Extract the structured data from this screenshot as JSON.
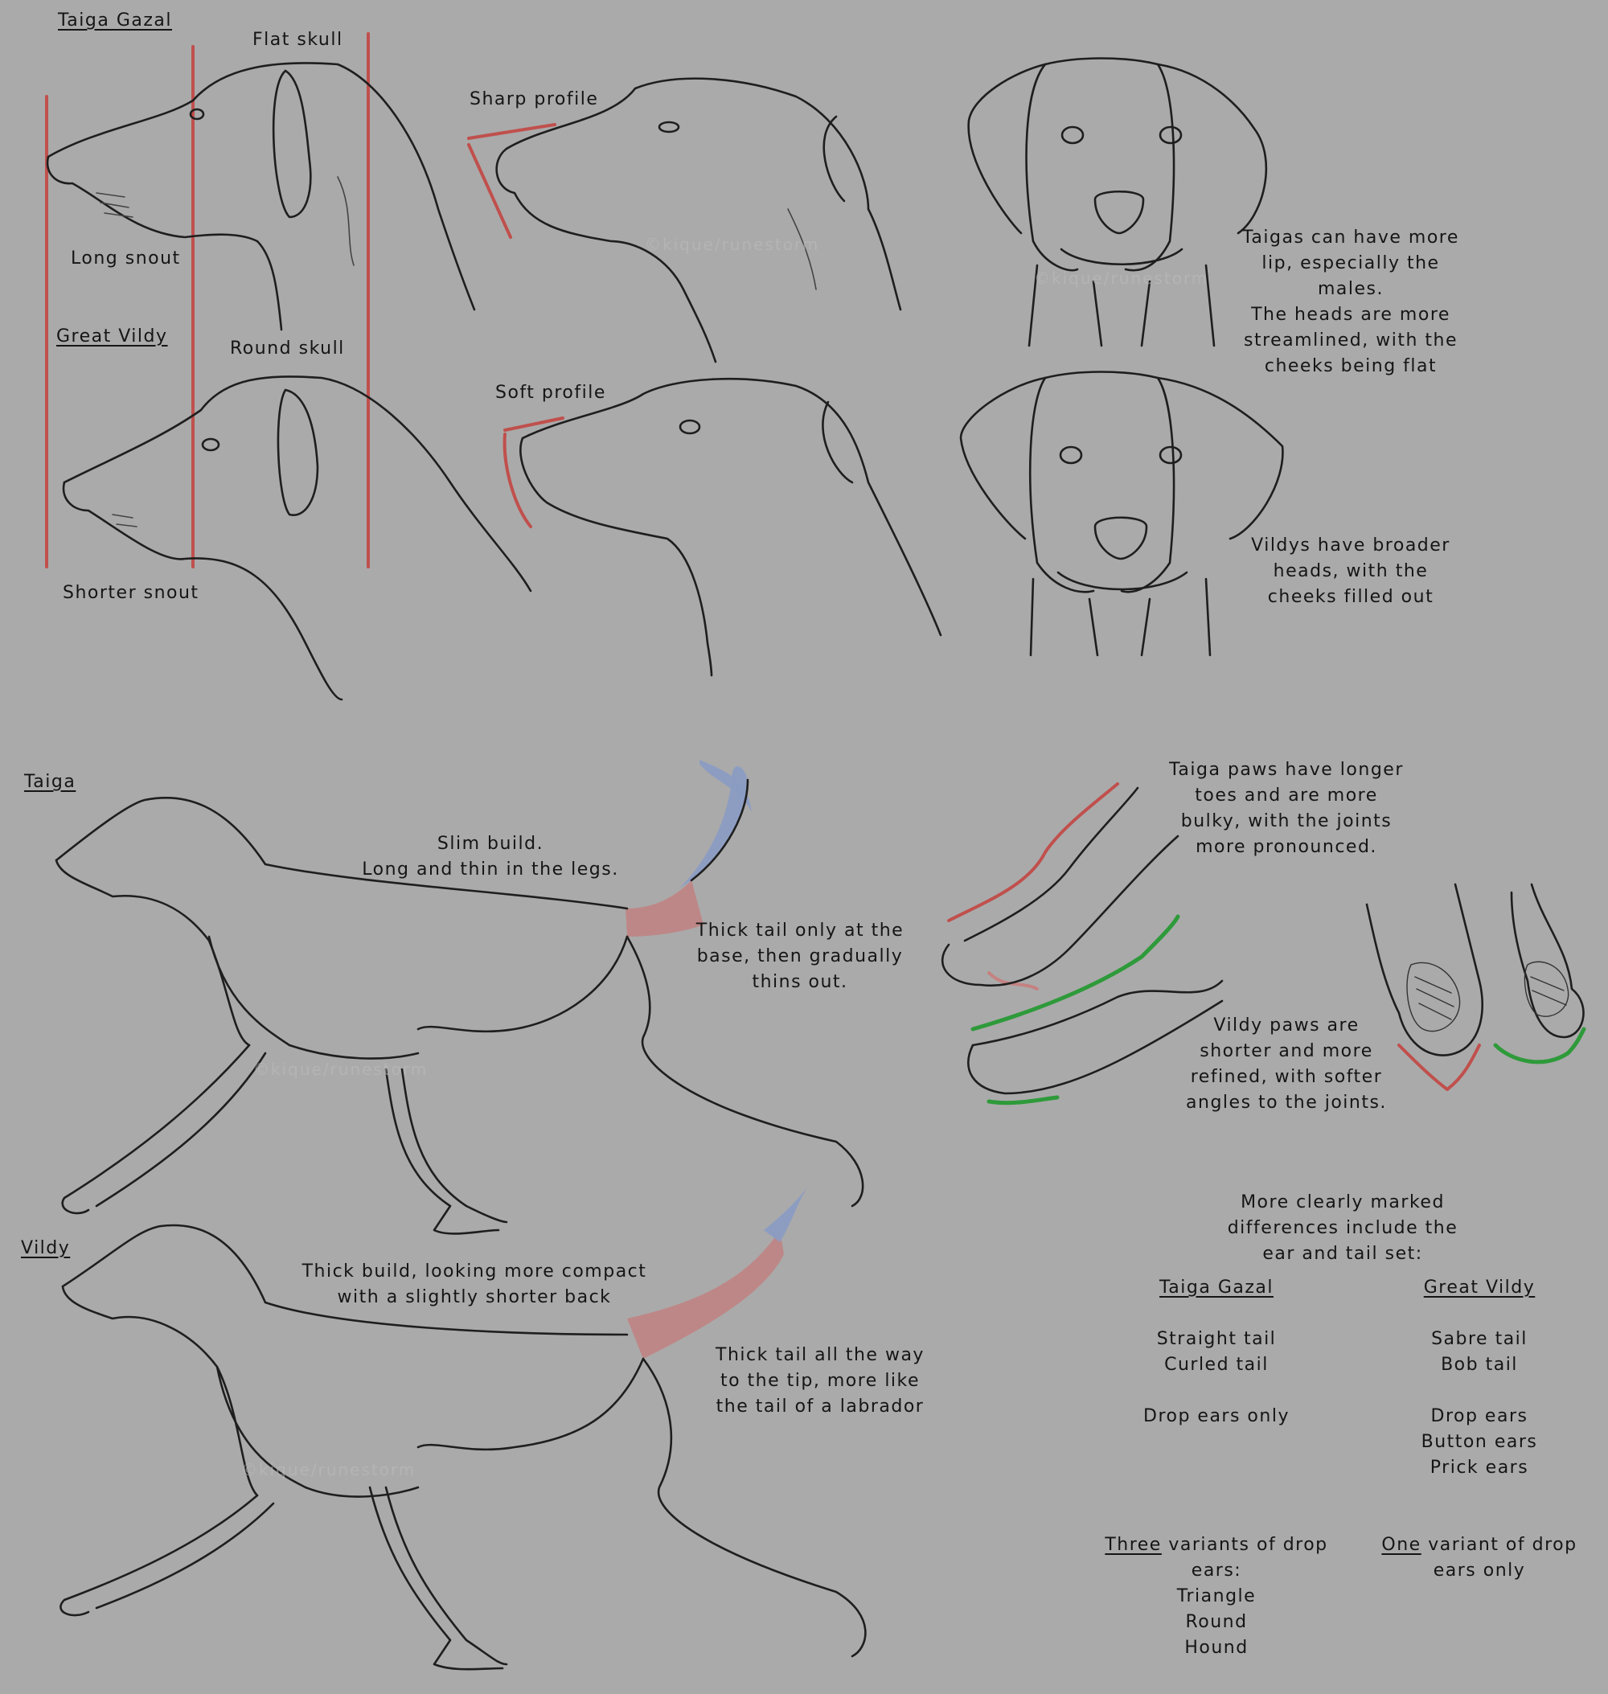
{
  "heads_section": {
    "taiga_title": "Taiga Gazal",
    "flat_skull": "Flat skull",
    "long_snout": "Long snout",
    "vildy_title": "Great Vildy",
    "round_skull": "Round skull",
    "shorter_snout": "Shorter snout",
    "sharp_profile": "Sharp profile",
    "soft_profile": "Soft profile",
    "taiga_front_note": [
      "Taigas can have more",
      "lip, especially the",
      "males.",
      "The heads are more",
      "streamlined, with the",
      "cheeks being flat"
    ],
    "vildy_front_note": [
      "Vildys have broader",
      "heads, with the",
      "cheeks filled out"
    ]
  },
  "body_section": {
    "taiga_title": "Taiga",
    "taiga_build": [
      "Slim build.",
      "Long and thin in the legs."
    ],
    "taiga_tail": [
      "Thick tail only at the",
      "base, then gradually",
      "thins out."
    ],
    "vildy_title": "Vildy",
    "vildy_build": [
      "Thick build, looking more compact",
      "with a slightly shorter back"
    ],
    "vildy_tail": [
      "Thick tail all the way",
      "to the tip, more like",
      "the tail of a labrador"
    ]
  },
  "paws_section": {
    "taiga_paws": [
      "Taiga paws have longer",
      "toes and are more",
      "bulky, with the joints",
      "more pronounced."
    ],
    "vildy_paws": [
      "Vildy paws are",
      "shorter and more",
      "refined, with softer",
      "angles to the joints."
    ]
  },
  "differences": {
    "intro": [
      "More clearly marked",
      "differences include the",
      "ear and tail set:"
    ],
    "col1_title": "Taiga Gazal",
    "col2_title": "Great Vildy",
    "col1_tails": [
      "Straight tail",
      "Curled tail"
    ],
    "col2_tails": [
      "Sabre tail",
      "Bob tail"
    ],
    "col1_ears": [
      "Drop ears only"
    ],
    "col2_ears": [
      "Drop ears",
      "Button ears",
      "Prick ears"
    ],
    "col1_variants_lead": "Three",
    "col1_variants_rest": " variants of drop",
    "col1_variants_line2": "ears:",
    "col1_variant_list": [
      "Triangle",
      "Round",
      "Hound"
    ],
    "col2_variants_lead": "One",
    "col2_variants_rest": " variant of drop",
    "col2_variants_line2": "ears only"
  },
  "watermark": "©kique/runestorm",
  "colors": {
    "background": "#aaaaaa",
    "red_guide": "#c0504d",
    "green_guide": "#2e9a3a",
    "tail_base": "#c08383",
    "tail_tip": "#8b9cc3"
  }
}
